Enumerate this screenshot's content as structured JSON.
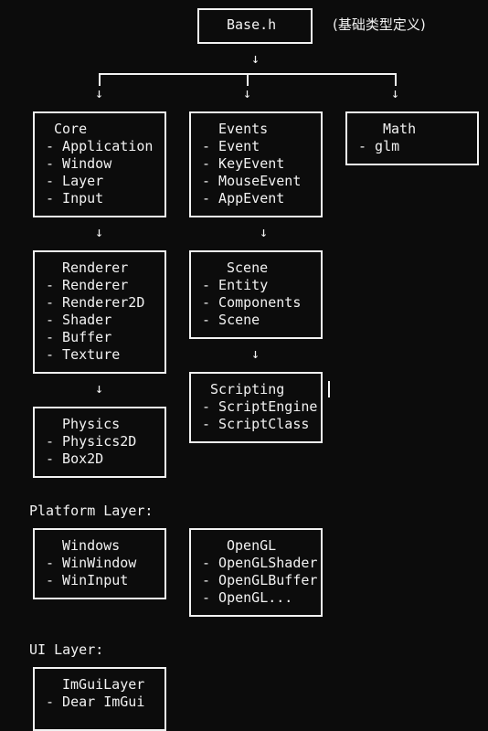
{
  "base": {
    "label": "Base.h",
    "note": "(基础类型定义)"
  },
  "arrow_glyph": "↓",
  "modules": {
    "core": {
      "title": "Core",
      "items": [
        "- Application",
        "- Window",
        "- Layer",
        "- Input"
      ]
    },
    "events": {
      "title": "Events",
      "items": [
        "- Event",
        "- KeyEvent",
        "- MouseEvent",
        "- AppEvent"
      ]
    },
    "math": {
      "title": "Math",
      "items": [
        "- glm"
      ]
    },
    "renderer": {
      "title": "Renderer",
      "items": [
        "- Renderer",
        "- Renderer2D",
        "- Shader",
        "- Buffer",
        "- Texture"
      ]
    },
    "scene": {
      "title": "Scene",
      "items": [
        "- Entity",
        "- Components",
        "- Scene"
      ]
    },
    "scripting": {
      "title": "Scripting",
      "items": [
        "- ScriptEngine",
        "- ScriptClass"
      ]
    },
    "physics": {
      "title": "Physics",
      "items": [
        "- Physics2D",
        "- Box2D"
      ]
    }
  },
  "platform_layer": {
    "heading": "Platform Layer:",
    "windows": {
      "title": "Windows",
      "items": [
        "- WinWindow",
        "- WinInput"
      ]
    },
    "opengl": {
      "title": "OpenGL",
      "items": [
        "- OpenGLShader",
        "- OpenGLBuffer",
        "- OpenGL..."
      ]
    }
  },
  "ui_layer": {
    "heading": "UI Layer:",
    "imgui": {
      "title": "ImGuiLayer",
      "items": [
        "- Dear ImGui"
      ]
    }
  }
}
